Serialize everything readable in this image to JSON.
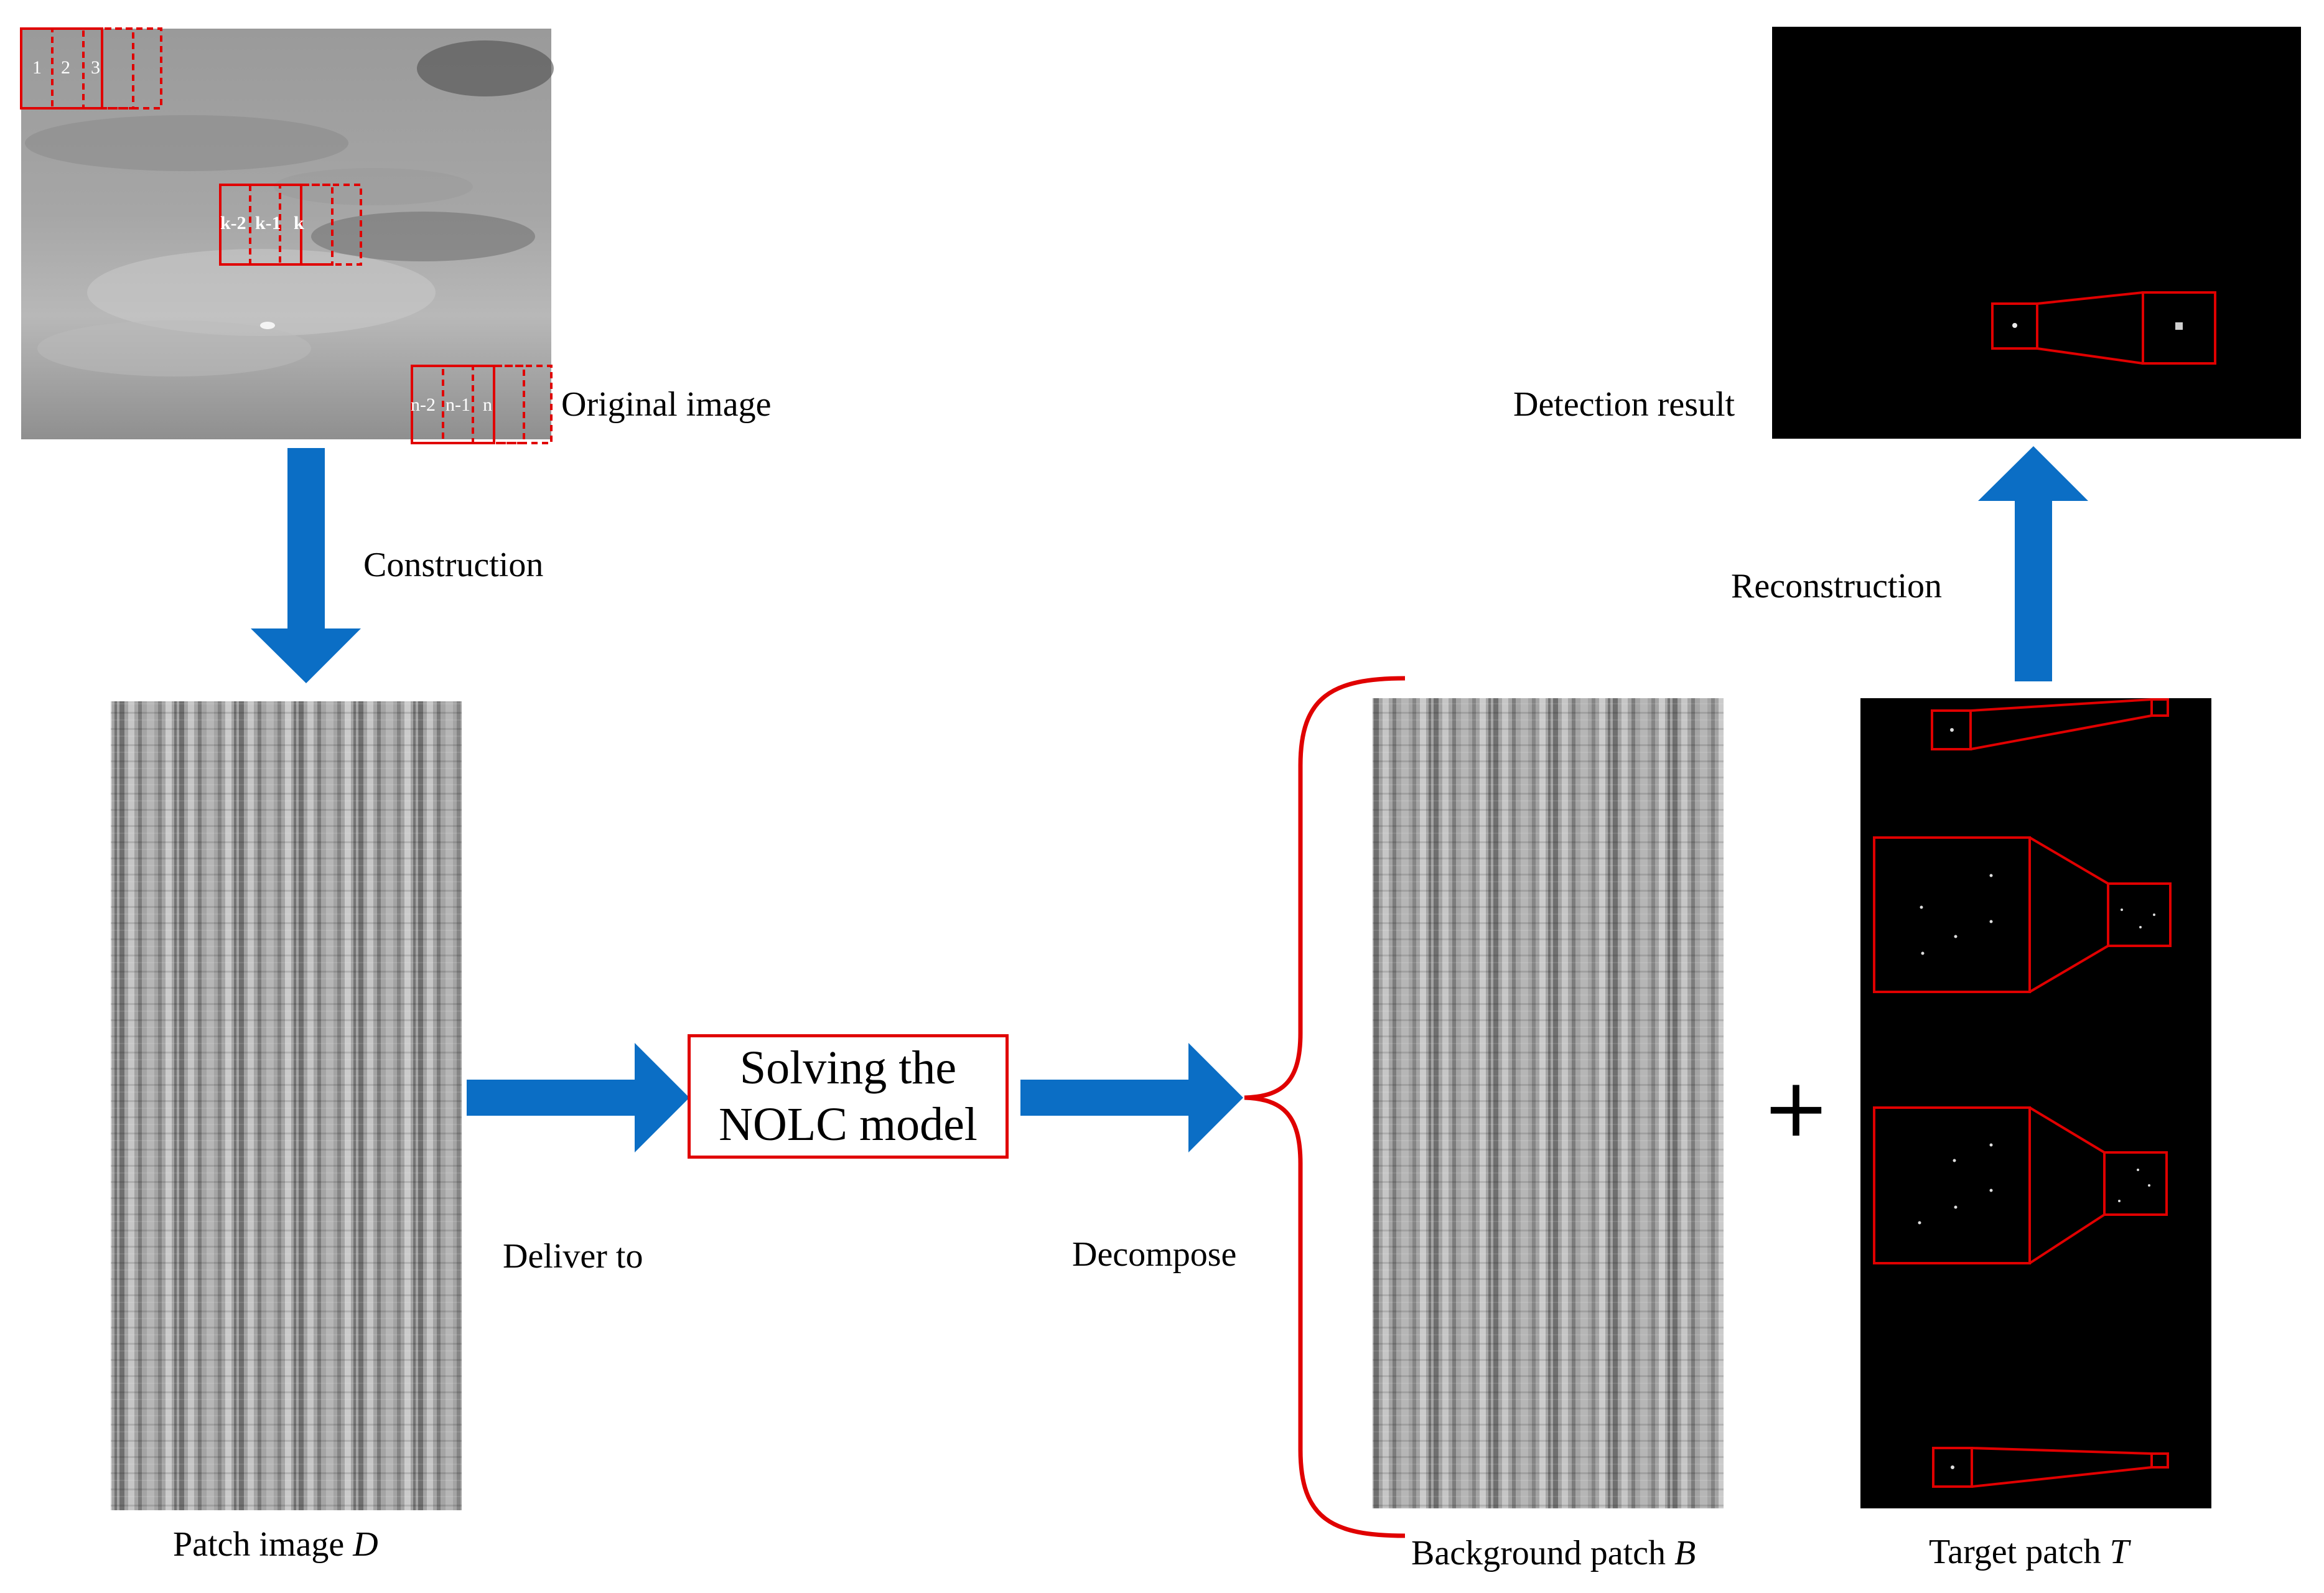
{
  "labels": {
    "original_image": "Original image",
    "construction": "Construction",
    "patch_image_text": "Patch image ",
    "patch_image_var": "D",
    "deliver_to": "Deliver to",
    "solve_line1": "Solving the",
    "solve_line2": "NOLC model",
    "decompose": "Decompose",
    "background_patch_text": "Background patch ",
    "background_patch_var": "B",
    "plus": "+",
    "target_patch_text": "Target patch ",
    "target_patch_var": "T",
    "reconstruction": "Reconstruction",
    "detection_result": "Detection result"
  },
  "patch_numbers": {
    "top": [
      "1",
      "2",
      "3"
    ],
    "middle": [
      "k-2",
      "k-1",
      "k"
    ],
    "bottom": [
      "n-2",
      "n-1",
      "n"
    ]
  },
  "colors": {
    "arrow": "#0b6ec5",
    "highlight": "#e00000",
    "detection_bg": "#000000"
  }
}
